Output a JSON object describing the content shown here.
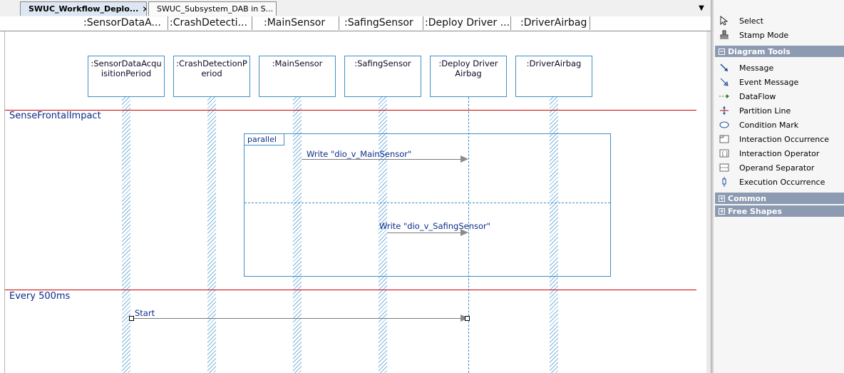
{
  "tabs": [
    {
      "label": "SWUC_Workflow_Deplo...",
      "active": true,
      "closable": true,
      "icon": "workflow-icon"
    },
    {
      "label": "SWUC_Subsystem_DAB in S...",
      "active": false,
      "closable": false,
      "icon": "subsystem-icon"
    }
  ],
  "tab_close_glyph": "✕",
  "tab_menu_glyph": "▼",
  "column_headers": [
    ":SensorDataA...",
    ":CrashDetecti...",
    ":MainSensor",
    ":SafingSensor",
    ":Deploy Driver ...",
    ":DriverAirbag"
  ],
  "lifelines": [
    {
      "line1": ":SensorDataAcqu",
      "line2": "isitionPeriod"
    },
    {
      "line1": ":CrashDetectionP",
      "line2": "eriod"
    },
    {
      "line1": ":MainSensor",
      "line2": ""
    },
    {
      "line1": ":SafingSensor",
      "line2": ""
    },
    {
      "line1": ":Deploy Driver",
      "line2": "Airbag"
    },
    {
      "line1": ":DriverAirbag",
      "line2": ""
    }
  ],
  "partitions": [
    "SenseFrontalImpact",
    "Every 500ms"
  ],
  "combined_fragment": {
    "operator": "parallel"
  },
  "messages": [
    {
      "label": "Write \"dio_v_MainSensor\""
    },
    {
      "label": "Write \"dio_v_SafingSensor\""
    },
    {
      "label": "Start"
    }
  ],
  "toolbox": {
    "top_items": [
      {
        "label": "Select",
        "icon": "pointer-icon"
      },
      {
        "label": "Stamp Mode",
        "icon": "stamp-icon"
      }
    ],
    "sections": [
      {
        "label": "Diagram Tools",
        "expanded": true,
        "items": [
          {
            "label": "Message",
            "icon": "message-arrow-icon"
          },
          {
            "label": "Event Message",
            "icon": "event-message-icon"
          },
          {
            "label": "DataFlow",
            "icon": "dataflow-icon"
          },
          {
            "label": "Partition Line",
            "icon": "partition-line-icon"
          },
          {
            "label": "Condition Mark",
            "icon": "condition-mark-icon"
          },
          {
            "label": "Interaction Occurrence",
            "icon": "interaction-occurrence-icon"
          },
          {
            "label": "Interaction Operator",
            "icon": "interaction-operator-icon"
          },
          {
            "label": "Operand Separator",
            "icon": "operand-separator-icon"
          },
          {
            "label": "Execution Occurrence",
            "icon": "execution-occurrence-icon"
          }
        ]
      },
      {
        "label": "Common",
        "expanded": false,
        "items": []
      },
      {
        "label": "Free Shapes",
        "expanded": false,
        "items": []
      }
    ]
  },
  "colors": {
    "partition_line": "#d40000",
    "lifeline": "#3f8fc5",
    "section_header": "#8d9bb2",
    "label_text": "#0b2c8a"
  }
}
